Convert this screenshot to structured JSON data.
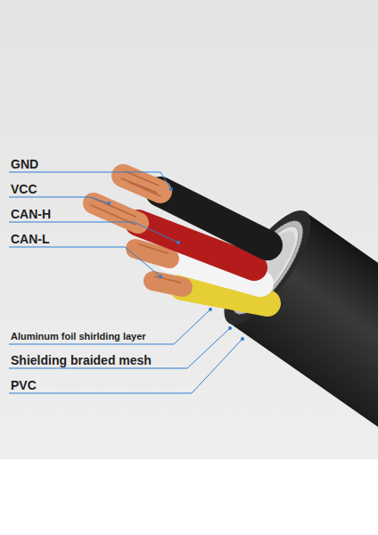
{
  "diagram": {
    "labels": [
      "GND",
      "VCC",
      "CAN-H",
      "CAN-L",
      "Aluminum foil shirlding layer",
      "Shielding braided mesh",
      "PVC"
    ]
  }
}
